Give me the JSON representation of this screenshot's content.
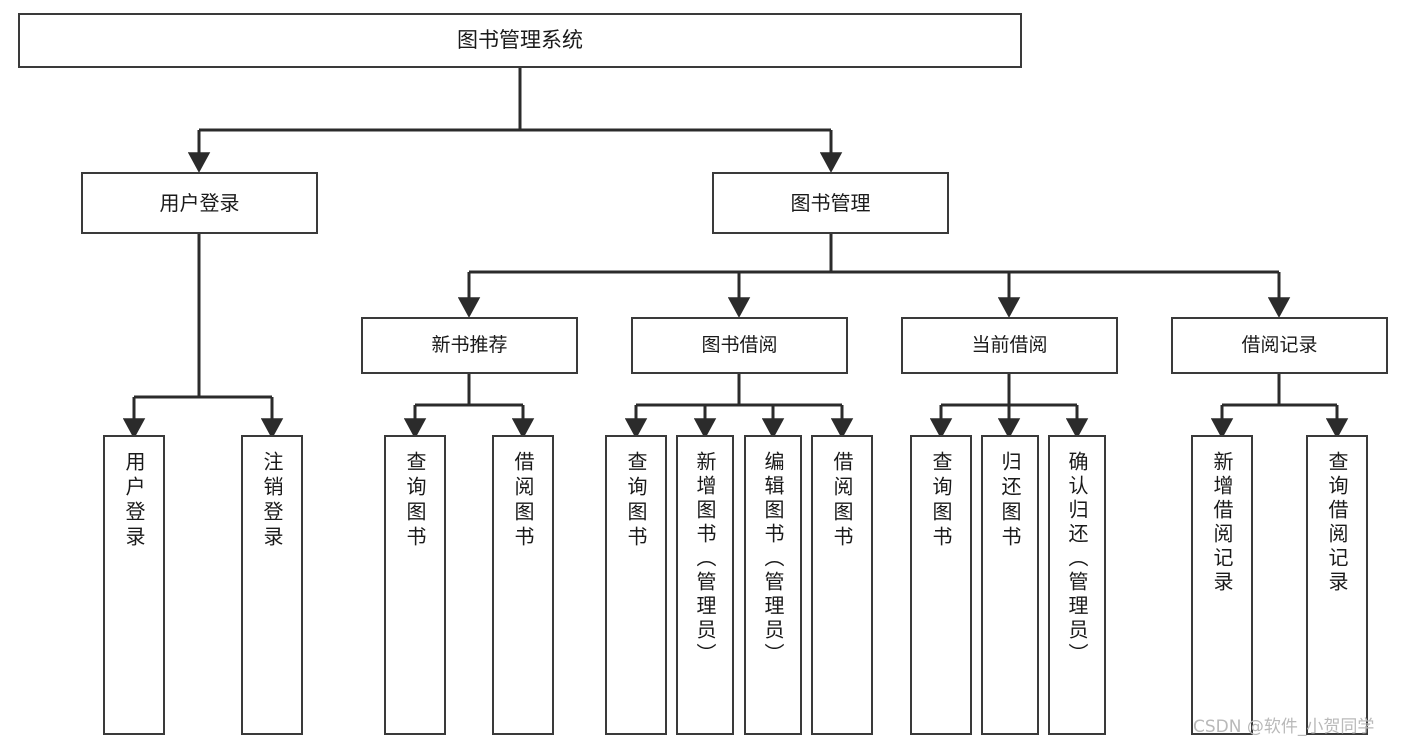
{
  "diagram": {
    "type": "tree",
    "title": "图书管理系统",
    "root": {
      "label": "图书管理系统"
    },
    "level1": [
      {
        "label": "用户登录"
      },
      {
        "label": "图书管理"
      }
    ],
    "level2": [
      {
        "label": "新书推荐"
      },
      {
        "label": "图书借阅"
      },
      {
        "label": "当前借阅"
      },
      {
        "label": "借阅记录"
      }
    ],
    "leaves": {
      "user_login": [
        {
          "label": "用户登录"
        },
        {
          "label": "注销登录"
        }
      ],
      "new_book_recommend": [
        {
          "label": "查询图书"
        },
        {
          "label": "借阅图书"
        }
      ],
      "book_borrow": [
        {
          "label": "查询图书"
        },
        {
          "label": "新增图书（管理员）"
        },
        {
          "label": "编辑图书（管理员）"
        },
        {
          "label": "借阅图书"
        }
      ],
      "current_borrow": [
        {
          "label": "查询图书"
        },
        {
          "label": "归还图书"
        },
        {
          "label": "确认归还（管理员）"
        }
      ],
      "borrow_record": [
        {
          "label": "新增借阅记录"
        },
        {
          "label": "查询借阅记录"
        }
      ]
    }
  },
  "watermark": {
    "text": "CSDN @软件_小贺同学"
  },
  "colors": {
    "box_border": "#3a3a3a",
    "box_fill": "#ffffff",
    "connector": "#2b2b2b",
    "text": "#1a1a1a",
    "watermark": "#b9b9b9"
  }
}
